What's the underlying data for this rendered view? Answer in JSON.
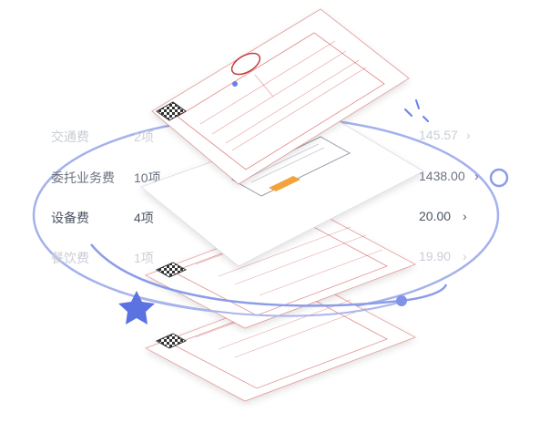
{
  "colors": {
    "accent": "#5a73e0",
    "orbit": "#9aa8ea",
    "invoice_red": "#cf4a4a",
    "text_faint": "#c9ced6",
    "text_mid": "#6b7280",
    "text_dark": "#4b5563",
    "highlight": "#f2a43a"
  },
  "rows": [
    {
      "category": "交通费",
      "count": "2项",
      "amount": "145.57"
    },
    {
      "category": "委托业务费",
      "count": "10项",
      "amount": "1438.00"
    },
    {
      "category": "设备费",
      "count": "4项",
      "amount": "20.00"
    },
    {
      "category": "餐饮费",
      "count": "1项",
      "amount": "19.90"
    }
  ],
  "chevron": "›",
  "icons": {
    "star": "star-icon",
    "qr": "qr-code-icon",
    "stamp": "invoice-stamp-icon",
    "node": "orbit-node-icon",
    "ring": "orbit-ring-icon",
    "sparkle": "sparkle-icon"
  }
}
